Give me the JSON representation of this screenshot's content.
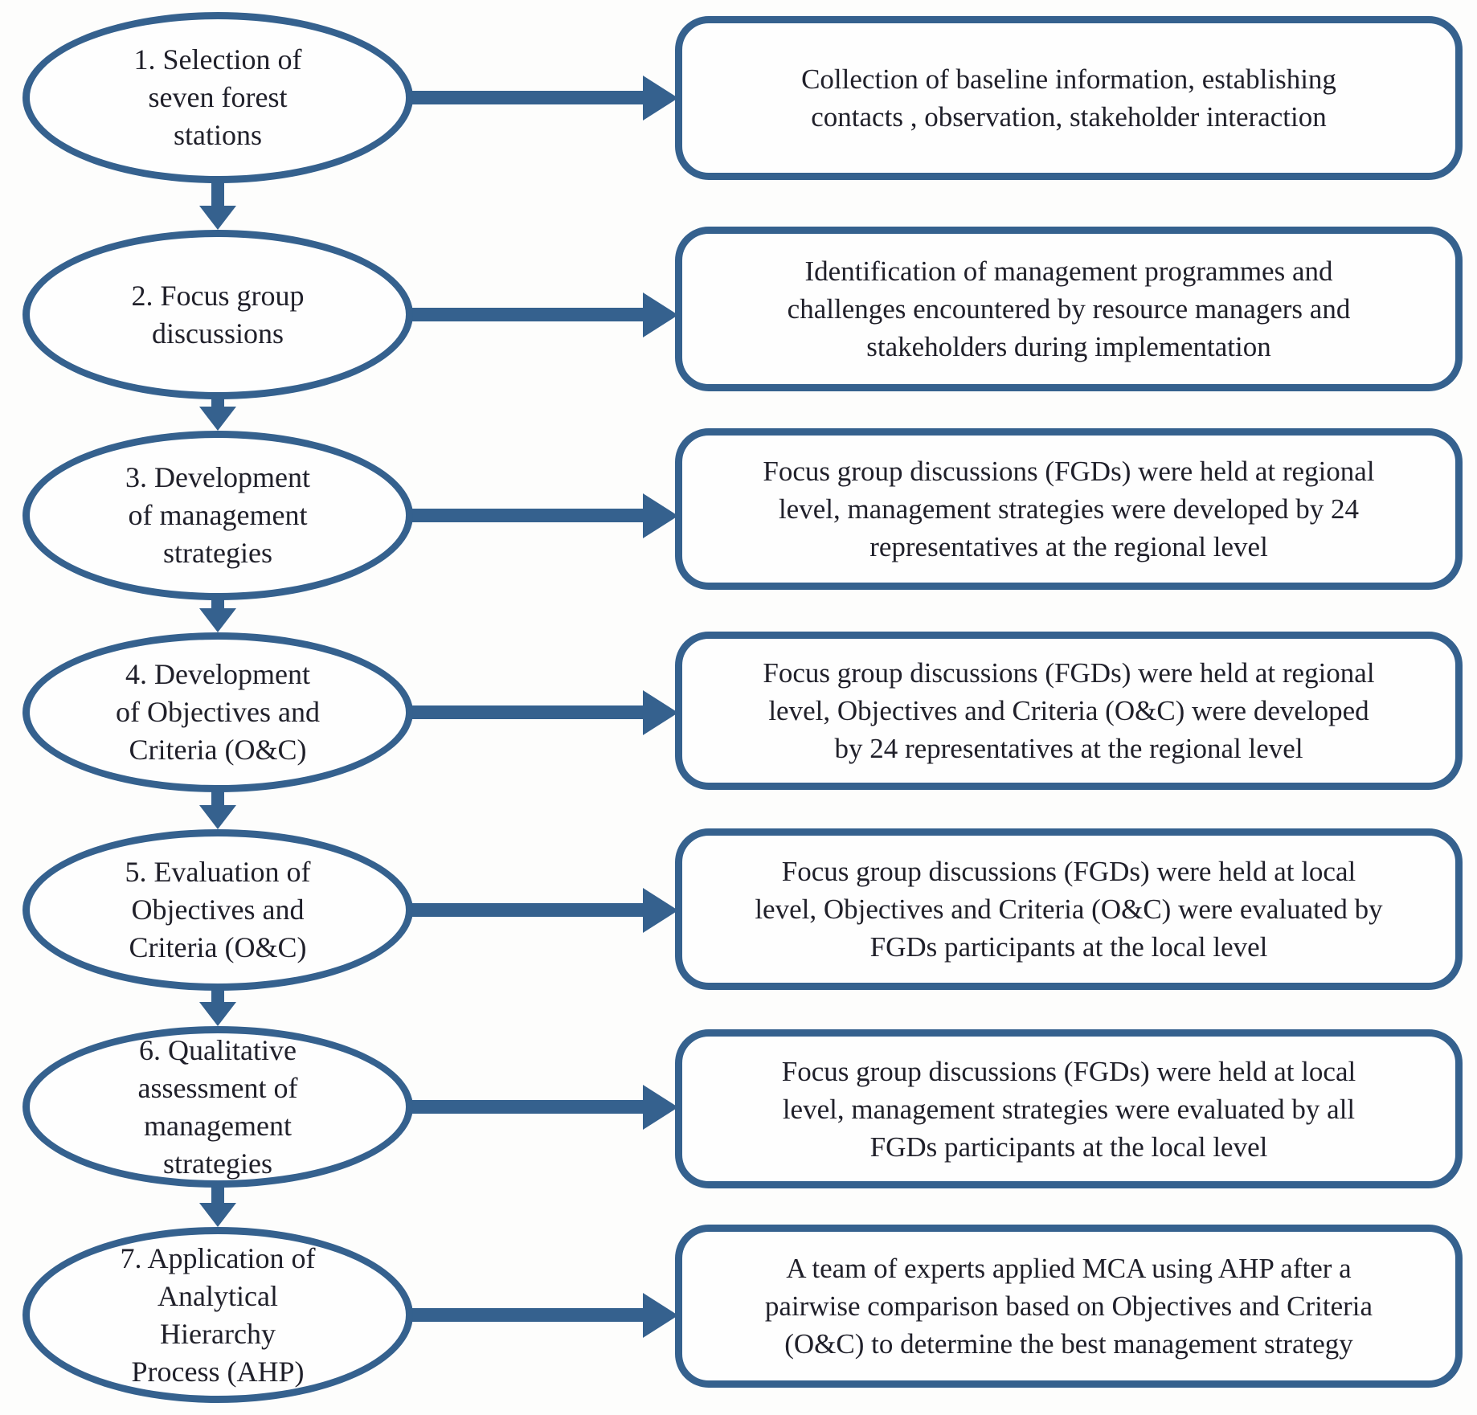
{
  "figure": {
    "type": "flowchart",
    "columns": {
      "left": "numbered process step (oval)",
      "right": "description of activities (rounded box)"
    },
    "colors": {
      "accent": "#35618e",
      "text": "#20202a",
      "shape_fill": "#fefefe",
      "background": "#fdfdfc"
    },
    "steps": [
      {
        "step": "1",
        "node_label": "1. Selection of\nseven forest\nstations",
        "detail": "Collection of baseline information, establishing\ncontacts , observation, stakeholder interaction"
      },
      {
        "step": "2",
        "node_label": "2. Focus group\ndiscussions",
        "detail": "Identification of management programmes and\nchallenges encountered by resource managers and\nstakeholders during implementation"
      },
      {
        "step": "3",
        "node_label": "3. Development\nof management\nstrategies",
        "detail": "Focus group discussions  (FGDs) were held at regional\nlevel, management strategies  were developed  by 24\nrepresentatives at the regional  level"
      },
      {
        "step": "4",
        "node_label": "4. Development\nof Objectives and\nCriteria (O&C)",
        "detail": "Focus group discussions  (FGDs) were held at regional\nlevel, Objectives and Criteria (O&C) were developed\nby 24 representatives at the regional level"
      },
      {
        "step": "5",
        "node_label": "5. Evaluation of\nObjectives and\nCriteria (O&C)",
        "detail": "Focus group discussions  (FGDs) were held at local\nlevel, Objectives and Criteria (O&C) were evaluated by\nFGDs participants at the local level"
      },
      {
        "step": "6",
        "node_label": "6. Qualitative\nassessment of\nmanagement\nstrategies",
        "detail": "Focus group discussions  (FGDs) were held at local\nlevel, management strategies  were evaluated by all\nFGDs participants at the local  level"
      },
      {
        "step": "7",
        "node_label": "7. Application of\nAnalytical\nHierarchy\nProcess (AHP)",
        "detail": "A team of experts applied MCA using AHP after a\npairwise comparison based on Objectives and Criteria\n(O&C) to determine the best management strategy"
      }
    ]
  }
}
